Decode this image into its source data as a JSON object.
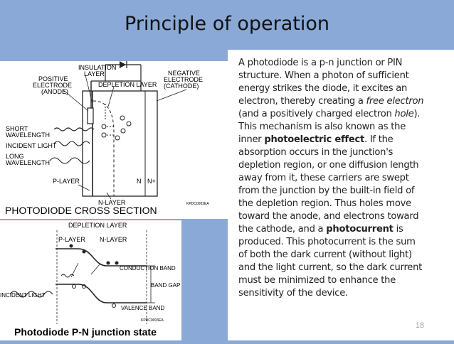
{
  "title": "Principle of operation",
  "page_number": "18",
  "figure_top": {
    "caption": "PHOTODIODE CROSS SECTION",
    "labels": {
      "insulation_layer_1": "INSULATION",
      "insulation_layer_2": "LAYER",
      "positive_electrode_1": "POSITIVE",
      "positive_electrode_2": "ELECTRODE",
      "positive_electrode_3": "(ANODE)",
      "depletion_layer": "DEPLETION LAYER",
      "negative_electrode_1": "NEGATIVE",
      "negative_electrode_2": "ELECTRODE",
      "negative_electrode_3": "(CATHODE)",
      "short_wavelength_1": "SHORT",
      "short_wavelength_2": "WAVELENGTH",
      "incident_light": "INCIDENT LIGHT",
      "long_wavelength_1": "LONG",
      "long_wavelength_2": "WAVELENGTH",
      "p_layer": "P-LAYER",
      "n": "N",
      "n_plus": "N+",
      "n_layer": "N-LAYER",
      "code": "KPDC0002EA"
    }
  },
  "figure_bottom": {
    "caption": "Photodiode P-N junction state",
    "labels": {
      "depletion_layer": "DEPLETION LAYER",
      "p_layer": "P-LAYER",
      "n_layer": "N-LAYER",
      "conduction_band": "CONDUCTION BAND",
      "band_gap_energy": "BAND GAP ENERGY Eg",
      "incident_light": "INCIDENT LIGHT",
      "valence_band": "VALENCE BAND",
      "code": "KPDC0003EA"
    }
  },
  "body": {
    "p1": "A photodiode is a p-n junction or PIN structure. When a photon of sufficient energy strikes the diode, it excites an electron, thereby creating a ",
    "free_electron": "free electron",
    "p2": " (and a positively charged electron ",
    "hole": "hole",
    "p3": "). This mechanism is also known as the inner ",
    "photoelectric_effect": "photoelectric effect",
    "p4": ". If the absorption occurs in the junction's depletion region, or one diffusion length away from it, these carriers are swept from the junction by the built-in field of the depletion region. Thus holes move toward the anode, and electrons toward the cathode, and a ",
    "photocurrent": "photocurrent",
    "p5": " is produced. This photocurrent is the sum of both the dark current (without light) and the light current, so the dark current must be minimized to enhance the sensitivity of the device."
  }
}
